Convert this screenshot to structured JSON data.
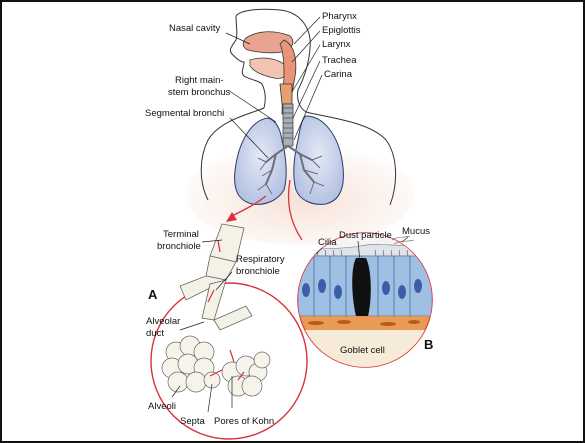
{
  "labels": {
    "nasal_cavity": "Nasal cavity",
    "pharynx": "Pharynx",
    "epiglottis": "Epiglottis",
    "larynx": "Larynx",
    "trachea": "Trachea",
    "carina": "Carina",
    "right_mainstem_1": "Right main-",
    "right_mainstem_2": "stem bronchus",
    "segmental_bronchi": "Segmental bronchi",
    "terminal_1": "Terminal",
    "terminal_2": "bronchiole",
    "respiratory_1": "Respiratory",
    "respiratory_2": "bronchiole",
    "alveolar_1": "Alveolar",
    "alveolar_2": "duct",
    "alveoli": "Alveoli",
    "septa": "Septa",
    "pores_of_kohn": "Pores of Kohn",
    "cilia": "Cilia",
    "dust_particle": "Dust particle",
    "mucus": "Mucus",
    "goblet_cell": "Goblet cell"
  },
  "panels": {
    "a": "A",
    "b": "B"
  },
  "colors": {
    "skin_outline": "#333333",
    "nasal_fill": "#e8a48f",
    "lung_fill": "#c9d3ec",
    "lung_outline": "#2c3a6a",
    "callout_red": "#d8323a",
    "cell_fill": "#9fbfe3",
    "nucleus_fill": "#3a5fa8",
    "tissue_orange": "#e38a3a",
    "body_glow": "#f6ded3"
  }
}
